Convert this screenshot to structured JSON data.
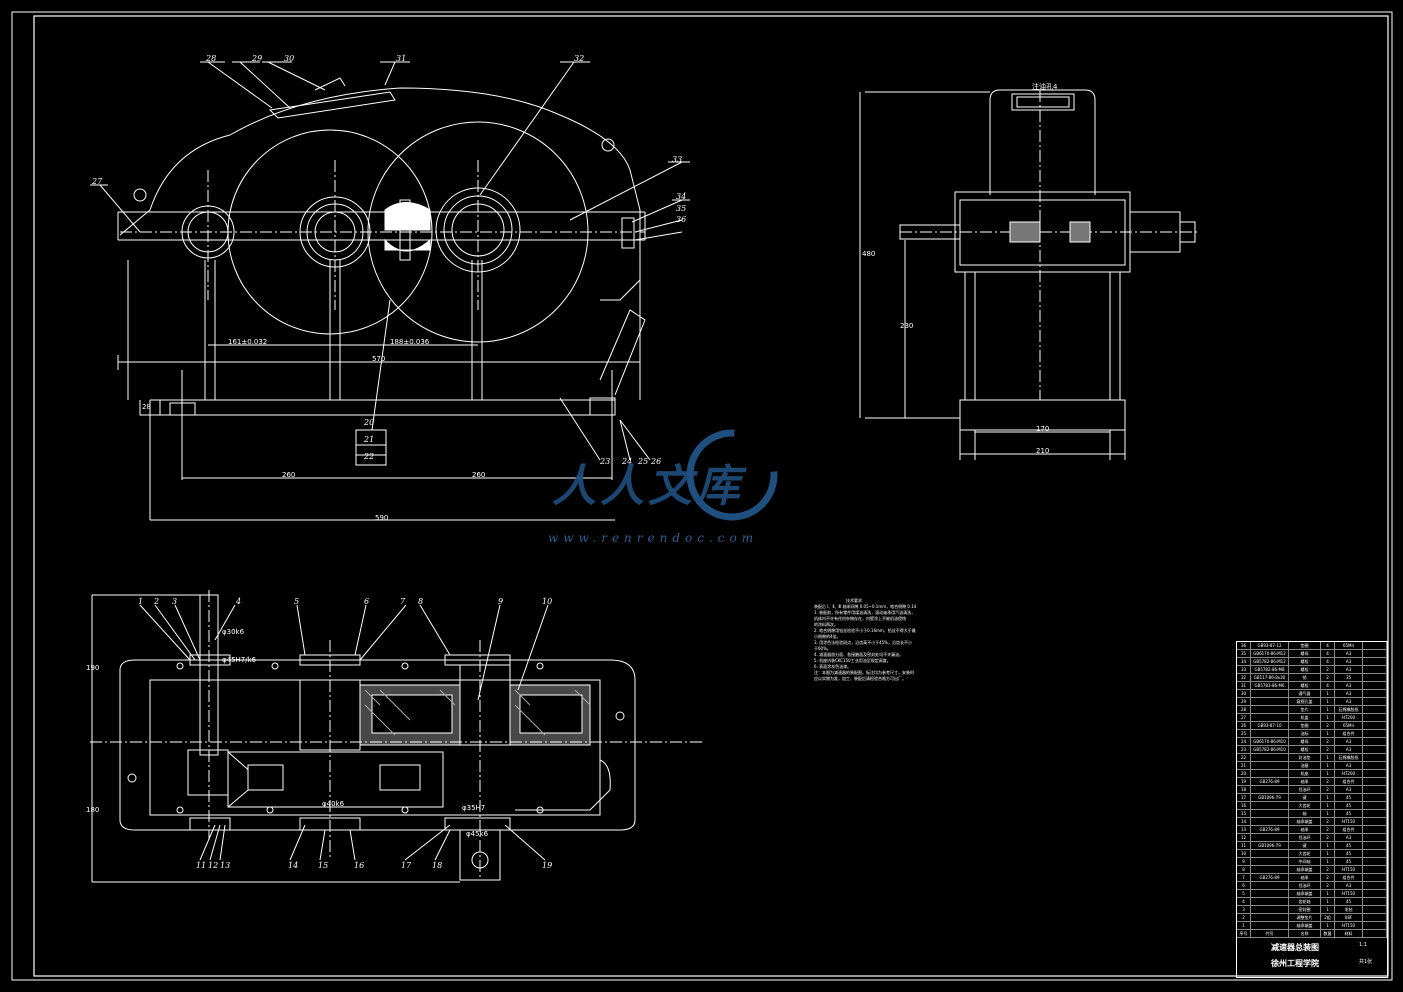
{
  "watermark": {
    "text_cn": "人人文库",
    "url": "www.renrendoc.com"
  },
  "front_view": {
    "part_labels": [
      "28",
      "29",
      "30",
      "31",
      "32",
      "27",
      "33",
      "34",
      "35",
      "36",
      "20",
      "21",
      "22",
      "23",
      "24",
      "25",
      "26"
    ],
    "dims": {
      "center1": "161±0.032",
      "center2": "188±0.036",
      "length_inner": "570",
      "half_left": "260",
      "half_right": "260",
      "overall": "590",
      "base_thk": "28"
    }
  },
  "side_view": {
    "label_top": "注油孔4",
    "dims": {
      "height_total": "480",
      "height_mid": "230",
      "width_inner": "170",
      "width_total": "210"
    }
  },
  "top_view": {
    "part_labels_top": [
      "1",
      "2",
      "3",
      "4",
      "5",
      "6",
      "7",
      "8",
      "9",
      "10"
    ],
    "part_labels_bottom": [
      "11",
      "12",
      "13",
      "14",
      "15",
      "16",
      "17",
      "18",
      "19"
    ],
    "dims": {
      "shaft_fit1": "φ30k6",
      "key1": "φ45H7/k6",
      "left_v1": "190",
      "left_v2": "180",
      "fit2": "φ40k6",
      "fit3": "φ35H7",
      "fit4": "φ45k6"
    }
  },
  "notes": {
    "heading": "技术要求",
    "lines": [
      "装配后 Ⅰ、Ⅱ、Ⅲ 轴承间隙 0.05~0.1mm，啮合侧隙 0.14",
      "1. 装配前，所有零件用煤油清洗，滚动轴承用汽油清洗，",
      "   机体内不许有任何杂物存在，内壁涂上不被机油侵蚀",
      "   的涂料两次。",
      "2. 啮合侧隙用铅丝检验不小于0.16mm，铅丝不得大于最",
      "   小侧隙的4倍。",
      "3. 用涂色法检验斑点，沿齿高不小于45%，沿齿长不小",
      "   于60%。",
      "4. 减速器剖分面、各接触面及密封处均不许漏油。",
      "5. 机座内装CKC150工业用油至规定高度。",
      "6. 表面涂灰色油漆。",
      "",
      "注：本图为减速器的装配图，标注均为参考尺寸，安装时",
      "   应以实物为准，加工、装配后请检验合格方可出厂。"
    ]
  },
  "bom": {
    "rows": [
      [
        "36",
        "GB93-87-12",
        "垫圈",
        "4",
        "65Mn"
      ],
      [
        "35",
        "GB6170-86-M12",
        "螺母",
        "4",
        "A3"
      ],
      [
        "34",
        "GB5782-86-M12",
        "螺栓",
        "4",
        "A3"
      ],
      [
        "33",
        "GB5782-86-M8",
        "螺栓",
        "2",
        "A3"
      ],
      [
        "32",
        "GB117-86-8x30",
        "销",
        "2",
        "35"
      ],
      [
        "31",
        "GB5783-86-M6",
        "螺栓",
        "4",
        "A3"
      ],
      [
        "30",
        "",
        "通气器",
        "1",
        "A3"
      ],
      [
        "29",
        "",
        "窥视孔盖",
        "1",
        "A3"
      ],
      [
        "28",
        "",
        "垫片",
        "1",
        "石棉橡胶纸"
      ],
      [
        "27",
        "",
        "机盖",
        "1",
        "HT200"
      ],
      [
        "26",
        "GB93-87-10",
        "垫圈",
        "2",
        "65Mn"
      ],
      [
        "25",
        "",
        "油标",
        "1",
        "组合件"
      ],
      [
        "24",
        "GB6170-86-M10",
        "螺母",
        "2",
        "A3"
      ],
      [
        "23",
        "GB5782-86-M10",
        "螺栓",
        "2",
        "A3"
      ],
      [
        "22",
        "",
        "封油垫",
        "1",
        "石棉橡胶纸"
      ],
      [
        "21",
        "",
        "油塞",
        "1",
        "A3"
      ],
      [
        "20",
        "",
        "机座",
        "1",
        "HT200"
      ],
      [
        "19",
        "GB276-89",
        "轴承",
        "2",
        "组合件"
      ],
      [
        "18",
        "",
        "挡油环",
        "2",
        "A3"
      ],
      [
        "17",
        "GB1096-79",
        "键",
        "1",
        "45"
      ],
      [
        "16",
        "",
        "大齿轮",
        "1",
        "45"
      ],
      [
        "15",
        "",
        "轴",
        "1",
        "45"
      ],
      [
        "14",
        "",
        "轴承端盖",
        "2",
        "HT150"
      ],
      [
        "13",
        "GB276-89",
        "轴承",
        "2",
        "组合件"
      ],
      [
        "12",
        "",
        "挡油环",
        "2",
        "A3"
      ],
      [
        "11",
        "GB1096-79",
        "键",
        "1",
        "45"
      ],
      [
        "10",
        "",
        "大齿轮",
        "1",
        "45"
      ],
      [
        "9",
        "",
        "中间轴",
        "1",
        "45"
      ],
      [
        "8",
        "",
        "轴承端盖",
        "2",
        "HT150"
      ],
      [
        "7",
        "GB276-89",
        "轴承",
        "2",
        "组合件"
      ],
      [
        "6",
        "",
        "挡油环",
        "2",
        "A3"
      ],
      [
        "5",
        "",
        "轴承端盖",
        "1",
        "HT150"
      ],
      [
        "4",
        "",
        "齿轮轴",
        "1",
        "45"
      ],
      [
        "3",
        "",
        "密封圈",
        "1",
        "毛毡"
      ],
      [
        "2",
        "",
        "调整垫片",
        "2组",
        "08F"
      ],
      [
        "1",
        "",
        "轴承端盖",
        "1",
        "HT150"
      ]
    ],
    "header": [
      "序号",
      "代号",
      "名称",
      "数量",
      "材料"
    ],
    "title_block": {
      "drawing_name": "减速器总装图",
      "school": "徐州工程学院",
      "scale": "1:1",
      "sheet": "共1张"
    }
  }
}
